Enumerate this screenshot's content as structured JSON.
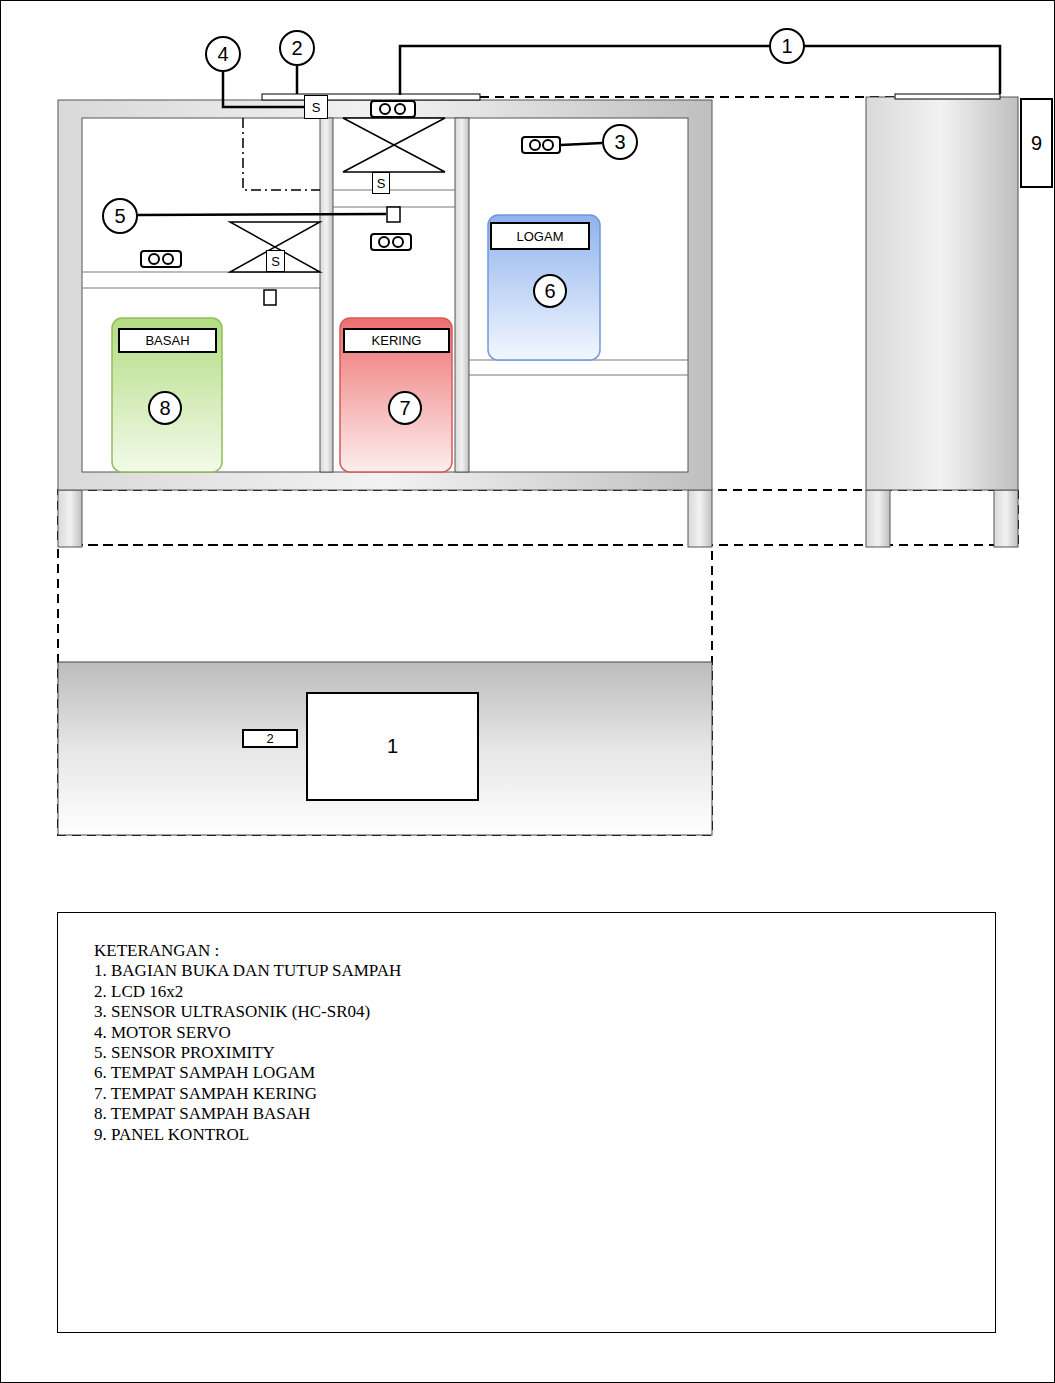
{
  "diagram": {
    "nodes": [
      {
        "text": [
          "4"
        ]
      },
      {
        "text": [
          "2"
        ]
      },
      {
        "text": [
          "1"
        ]
      },
      {
        "text": [
          "S"
        ]
      },
      {
        "text": [
          "3"
        ]
      },
      {
        "text": [
          "S"
        ]
      },
      {
        "text": [
          "5"
        ]
      },
      {
        "text": [
          "S"
        ]
      },
      {
        "text": [
          "LOGAM"
        ]
      },
      {
        "text": [
          "6"
        ]
      },
      {
        "text": [
          "9"
        ]
      },
      {
        "text": [
          "KERING"
        ]
      },
      {
        "text": [
          "7"
        ]
      },
      {
        "text": [
          "BASAH"
        ]
      },
      {
        "text": [
          "8"
        ]
      },
      {
        "text": [
          "2"
        ]
      },
      {
        "text": [
          "1"
        ]
      },
      {
        "text": [
          "KETERANGAN :",
          "1. BAGIAN BUKA DAN TUTUP SAMPAH",
          "2. LCD 16x2",
          "3. SENSOR ULTRASONIK (HC-SR04)",
          "4. MOTOR SERVO",
          "5. SENSOR PROXIMITY",
          "6. TEMPAT SAMPAH LOGAM",
          "7. TEMPAT SAMPAH KERING",
          "8. TEMPAT SAMPAH BASAH",
          "9. PANEL KONTROL"
        ]
      }
    ],
    "edges": [
      {
        "from": 0,
        "to": 3,
        "arrow": "none"
      }
    ]
  }
}
